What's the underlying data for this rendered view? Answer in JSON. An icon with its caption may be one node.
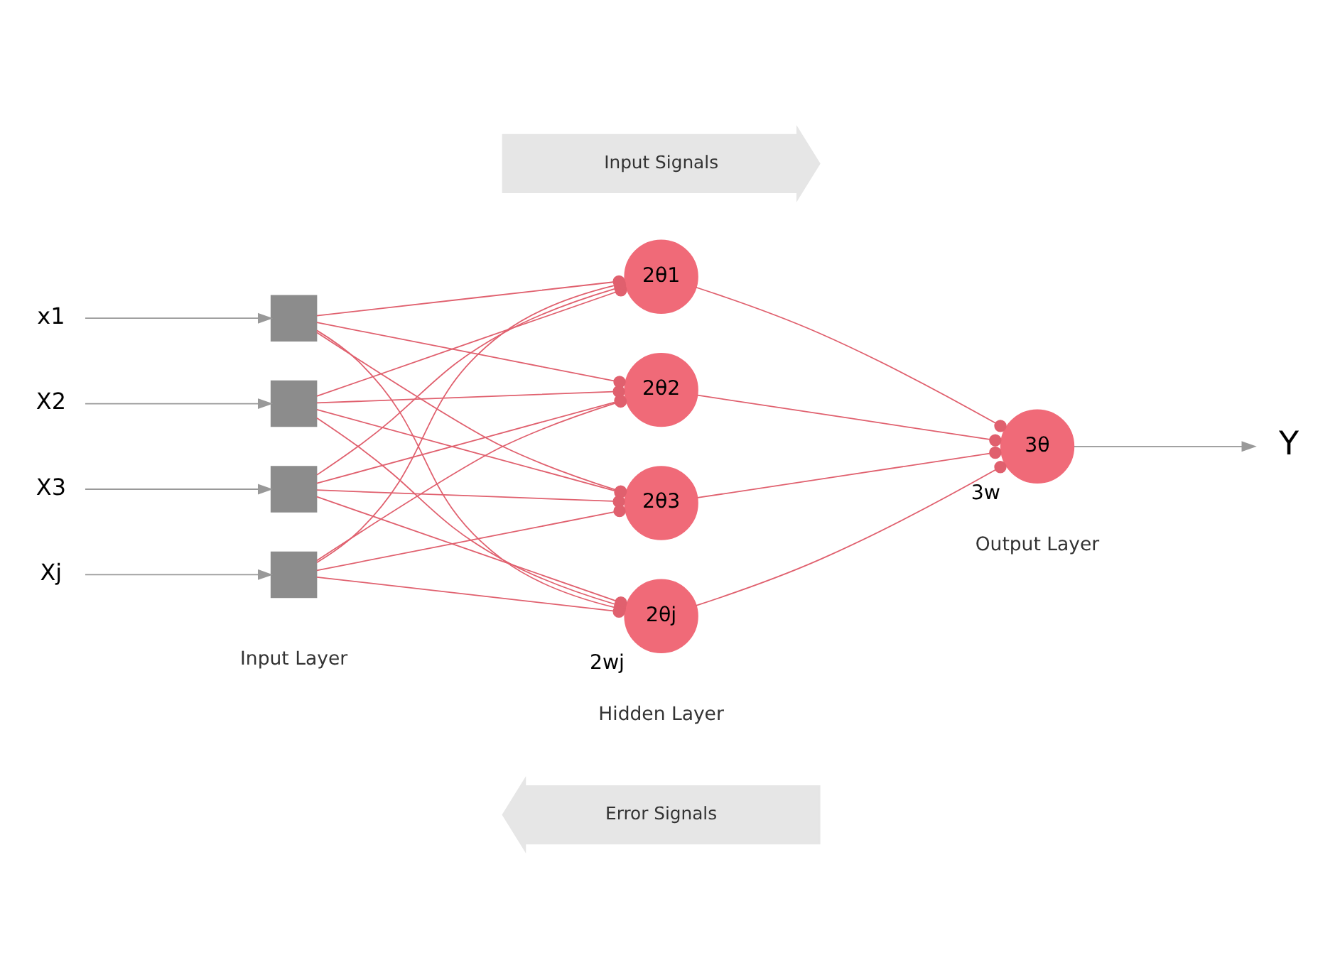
{
  "diagram": {
    "nodes": [
      {
        "text": [
          "Input Signals"
        ]
      },
      {
        "text": [
          "x1"
        ]
      },
      {
        "text": [
          "X2"
        ]
      },
      {
        "text": [
          "X3"
        ]
      },
      {
        "text": [
          "Xj"
        ]
      },
      {
        "text": [],
        "shape": "box"
      },
      {
        "text": [],
        "shape": "box"
      },
      {
        "text": [],
        "shape": "box"
      },
      {
        "text": [],
        "shape": "box"
      },
      {
        "text": [
          "2θ1"
        ]
      },
      {
        "text": [
          "2θ2"
        ]
      },
      {
        "text": [
          "2θ3"
        ]
      },
      {
        "text": [
          "2θj"
        ],
        "beside": [
          "2wj"
        ]
      },
      {
        "text": [
          "3θ"
        ],
        "beside": [
          "3w"
        ]
      },
      {
        "text": [
          "Y"
        ]
      },
      {
        "text": [
          "Error Signals"
        ]
      }
    ],
    "edges": [
      {
        "from": 1,
        "to": 5,
        "arrow": "to",
        "color": "#999999"
      },
      {
        "from": 2,
        "to": 6,
        "arrow": "to",
        "color": "#999999"
      },
      {
        "from": 3,
        "to": 7,
        "arrow": "to",
        "color": "#999999"
      },
      {
        "from": 4,
        "to": 8,
        "arrow": "to",
        "color": "#999999"
      },
      {
        "from": 5,
        "to": 9,
        "arrow": "other"
      },
      {
        "from": 5,
        "to": 10,
        "arrow": "other"
      },
      {
        "from": 5,
        "to": 11,
        "arrow": "other"
      },
      {
        "from": 5,
        "to": 12,
        "arrow": "other"
      },
      {
        "from": 6,
        "to": 9,
        "arrow": "other"
      },
      {
        "from": 6,
        "to": 10,
        "arrow": "other"
      },
      {
        "from": 6,
        "to": 11,
        "arrow": "other"
      },
      {
        "from": 6,
        "to": 12,
        "arrow": "other"
      },
      {
        "from": 7,
        "to": 9,
        "arrow": "other"
      },
      {
        "from": 7,
        "to": 10,
        "arrow": "other"
      },
      {
        "from": 7,
        "to": 11,
        "arrow": "other"
      },
      {
        "from": 7,
        "to": 12,
        "arrow": "other"
      },
      {
        "from": 8,
        "to": 9,
        "arrow": "other"
      },
      {
        "from": 8,
        "to": 10,
        "arrow": "other"
      },
      {
        "from": 8,
        "to": 11,
        "arrow": "other"
      },
      {
        "from": 8,
        "to": 12,
        "arrow": "other"
      },
      {
        "from": 9,
        "to": 13,
        "arrow": "other"
      },
      {
        "from": 10,
        "to": 13,
        "arrow": "other"
      },
      {
        "from": 11,
        "to": 13,
        "arrow": "other"
      },
      {
        "from": 12,
        "to": 13,
        "arrow": "other"
      },
      {
        "from": 13,
        "to": 14,
        "arrow": "to",
        "color": "#999999"
      }
    ],
    "labels": [
      "Input Layer",
      "Hidden Layer",
      "Output Layer"
    ]
  }
}
